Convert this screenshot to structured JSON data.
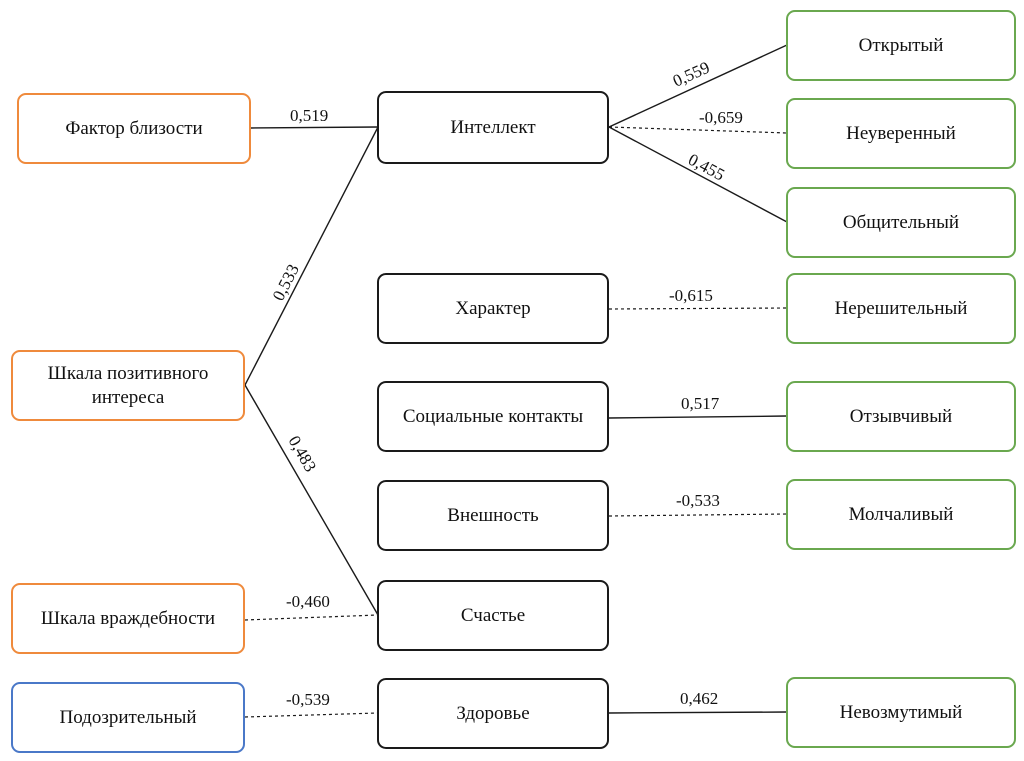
{
  "nodes": {
    "factor_closeness": "Фактор близости",
    "positive_interest": "Шкала позитивного интереса",
    "hostility": "Шкала враждебности",
    "suspicious": "Подозрительный",
    "intellect": "Интеллект",
    "character": "Характер",
    "social_contacts": "Социальные контакты",
    "appearance": "Внешность",
    "happiness": "Счастье",
    "health": "Здоровье",
    "open": "Открытый",
    "insecure": "Неуверенный",
    "sociable": "Общительный",
    "indecisive": "Нерешительный",
    "responsive": "Отзывчивый",
    "silent": "Молчаливый",
    "imperturbable": "Невозмутимый"
  },
  "edges": [
    {
      "from": "factor_closeness",
      "to": "intellect",
      "label": "0,519",
      "style": "solid"
    },
    {
      "from": "positive_interest",
      "to": "intellect",
      "label": "0,533",
      "style": "solid"
    },
    {
      "from": "positive_interest",
      "to": "happiness",
      "label": "0,483",
      "style": "solid"
    },
    {
      "from": "hostility",
      "to": "happiness",
      "label": "-0,460",
      "style": "dashed"
    },
    {
      "from": "suspicious",
      "to": "health",
      "label": "-0,539",
      "style": "dashed"
    },
    {
      "from": "intellect",
      "to": "open",
      "label": "0,559",
      "style": "solid"
    },
    {
      "from": "intellect",
      "to": "insecure",
      "label": "-0,659",
      "style": "dashed"
    },
    {
      "from": "intellect",
      "to": "sociable",
      "label": "0,455",
      "style": "solid"
    },
    {
      "from": "character",
      "to": "indecisive",
      "label": "-0,615",
      "style": "dashed"
    },
    {
      "from": "social_contacts",
      "to": "responsive",
      "label": "0,517",
      "style": "solid"
    },
    {
      "from": "appearance",
      "to": "silent",
      "label": "-0,533",
      "style": "dashed"
    },
    {
      "from": "health",
      "to": "imperturbable",
      "label": "0,462",
      "style": "solid"
    }
  ],
  "colors": {
    "left_scale_border": "#ef8a3c",
    "left_trait_border": "#4a78c8",
    "middle_border": "#1a1a1a",
    "right_border": "#6aa84f",
    "line": "#1a1a1a"
  }
}
